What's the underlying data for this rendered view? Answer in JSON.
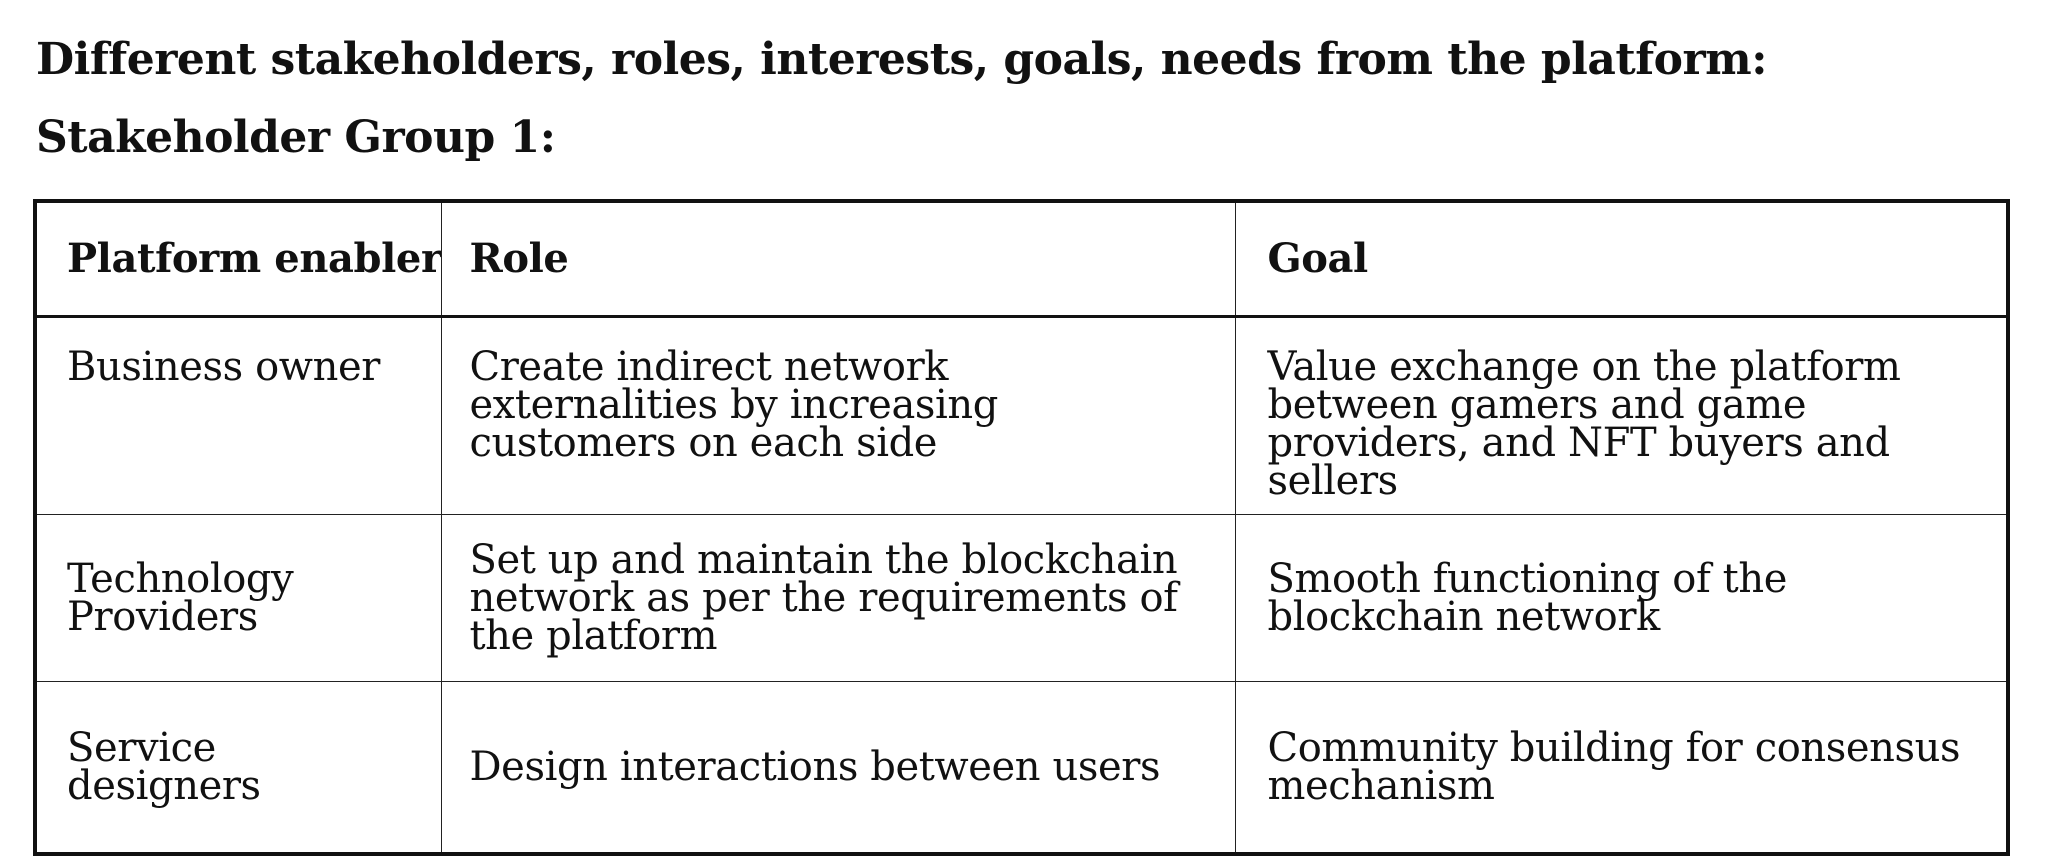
{
  "heading": "Different stakeholders, roles, interests, goals, needs from the platform:",
  "subheading": "Stakeholder Group 1:",
  "table": {
    "headers": [
      "Platform enablers",
      "Role",
      "Goal"
    ],
    "rows": [
      [
        "Business owner",
        "Create indirect network externalities by increasing customers on each side",
        "Value exchange on the platform between gamers and game providers, and NFT buyers and sellers"
      ],
      [
        "Technology Providers",
        "Set up and maintain the blockchain network as per the requirements of the platform",
        "Smooth functioning of the blockchain network"
      ],
      [
        "Service designers",
        "Design interactions between users",
        "Community building for consensus mechanism"
      ]
    ]
  }
}
